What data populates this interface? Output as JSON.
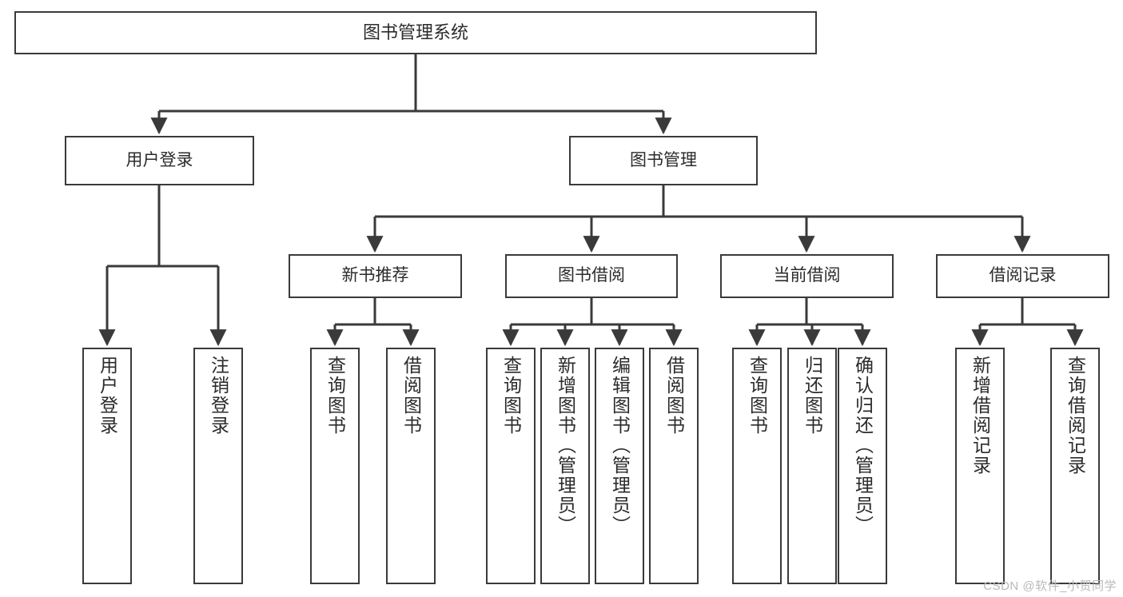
{
  "diagram": {
    "title": "图书管理系统",
    "watermark": "CSDN @软件_小贺同学",
    "colors": {
      "box_border": "#3a3a3a",
      "box_fill": "#ffffff",
      "edge": "#3a3a3a",
      "text": "#2b2b2b",
      "watermark": "#b9b9b9"
    },
    "root": {
      "label": "图书管理系统"
    },
    "level1": [
      {
        "label": "用户登录"
      },
      {
        "label": "图书管理"
      }
    ],
    "level2": [
      {
        "label": "新书推荐"
      },
      {
        "label": "图书借阅"
      },
      {
        "label": "当前借阅"
      },
      {
        "label": "借阅记录"
      }
    ],
    "leaves": {
      "user_login": [
        {
          "label": "用户登录"
        },
        {
          "label": "注销登录"
        }
      ],
      "new_books": [
        {
          "label": "查询图书"
        },
        {
          "label": "借阅图书"
        }
      ],
      "book_borrow": [
        {
          "label": "查询图书"
        },
        {
          "label": "新增图书（管理员）"
        },
        {
          "label": "编辑图书（管理员）"
        },
        {
          "label": "借阅图书"
        }
      ],
      "current_borrow": [
        {
          "label": "查询图书"
        },
        {
          "label": "归还图书"
        },
        {
          "label": "确认归还（管理员）"
        }
      ],
      "borrow_records": [
        {
          "label": "新增借阅记录"
        },
        {
          "label": "查询借阅记录"
        }
      ]
    }
  }
}
